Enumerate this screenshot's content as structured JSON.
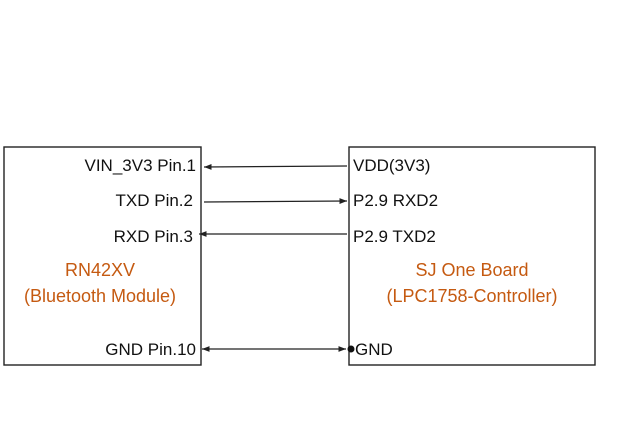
{
  "colors": {
    "module_label": "#c55a11",
    "line": "#222222",
    "box_border": "#222222"
  },
  "left_module": {
    "name": "RN42XV",
    "subtitle": "(Bluetooth Module)",
    "pins": {
      "vin": "VIN_3V3 Pin.1",
      "txd": "TXD Pin.2",
      "rxd": "RXD Pin.3",
      "gnd": "GND Pin.10"
    }
  },
  "right_module": {
    "name": "SJ One Board",
    "subtitle": "(LPC1758-Controller)",
    "pins": {
      "vdd": "VDD(3V3)",
      "rxd": "P2.9 RXD2",
      "txd": "P2.9 TXD2",
      "gnd": "GND"
    }
  }
}
